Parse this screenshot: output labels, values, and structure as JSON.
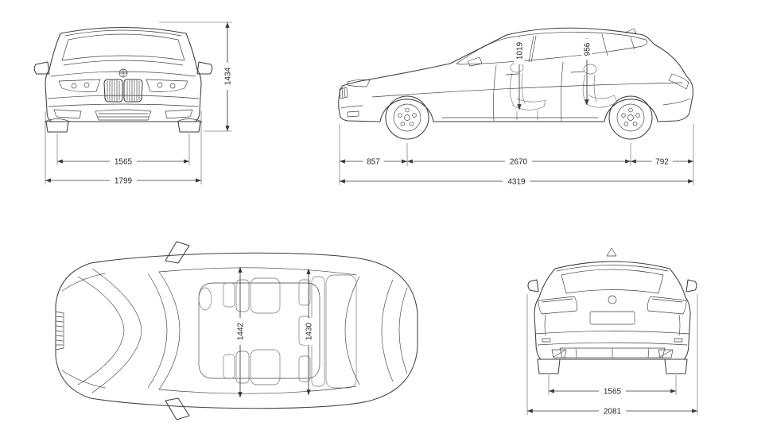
{
  "diagram": {
    "kind": "car-dimension-blueprint"
  },
  "colors": {
    "background": "#ffffff",
    "line": "#3a3f44",
    "dimension_line": "#35393d",
    "label": "#232629"
  },
  "views": {
    "front": {
      "height": "1434",
      "track_width": "1565",
      "overall_width": "1799"
    },
    "side": {
      "front_overhang": "857",
      "wheelbase": "2670",
      "rear_overhang": "792",
      "overall_length": "4319",
      "front_headroom": "1019",
      "rear_headroom": "956"
    },
    "top": {
      "front_interior_width": "1442",
      "rear_interior_width": "1430"
    },
    "rear": {
      "track_width": "1565",
      "overall_width_mirrors": "2081"
    }
  }
}
